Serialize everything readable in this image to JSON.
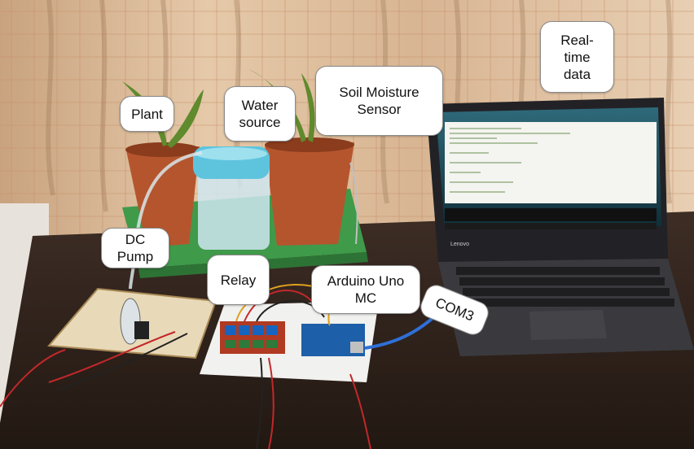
{
  "labels": {
    "plant": "Plant",
    "water_source": "Water\nsource",
    "soil_moisture_sensor": "Soil Moisture\nSensor",
    "real_time_data": "Real-\ntime\ndata",
    "dc_pump": "DC\nPump",
    "relay": "Relay",
    "arduino": "Arduino Uno\nMC",
    "com3": "COM3"
  },
  "laptop_brand": "Lenovo",
  "colors": {
    "curtain": "#d9b99b",
    "pot": "#b5552e",
    "tray": "#3f9a4a",
    "table": "#2f221c",
    "relay_board": "#b03a22",
    "arduino_board": "#1d5fa8",
    "usb_cable": "#2f6fd6"
  }
}
